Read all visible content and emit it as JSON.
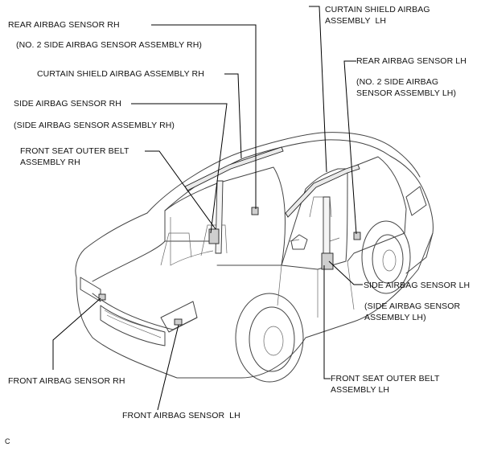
{
  "labels": {
    "rear_rh": "REAR AIRBAG SENSOR RH",
    "rear_rh_sub": "(NO. 2 SIDE AIRBAG SENSOR ASSEMBLY RH)",
    "curtain_rh": "CURTAIN SHIELD AIRBAG ASSEMBLY RH",
    "side_rh": "SIDE AIRBAG SENSOR RH",
    "side_rh_sub": "(SIDE AIRBAG SENSOR ASSEMBLY RH)",
    "belt_rh_1": "FRONT SEAT OUTER BELT",
    "belt_rh_2": "ASSEMBLY RH",
    "front_rh": "FRONT AIRBAG SENSOR RH",
    "front_lh": "FRONT AIRBAG SENSOR  LH",
    "curtain_lh_1": "CURTAIN SHIELD AIRBAG",
    "curtain_lh_2": "ASSEMBLY  LH",
    "rear_lh": "REAR AIRBAG SENSOR LH",
    "rear_lh_sub_1": "(NO. 2 SIDE AIRBAG",
    "rear_lh_sub_2": "SENSOR ASSEMBLY LH)",
    "side_lh": "SIDE AIRBAG SENSOR LH",
    "side_lh_sub_1": "(SIDE AIRBAG SENSOR",
    "side_lh_sub_2": "ASSEMBLY LH)",
    "belt_lh_1": "FRONT SEAT OUTER BELT",
    "belt_lh_2": "ASSEMBLY LH"
  },
  "figure_code": "C"
}
